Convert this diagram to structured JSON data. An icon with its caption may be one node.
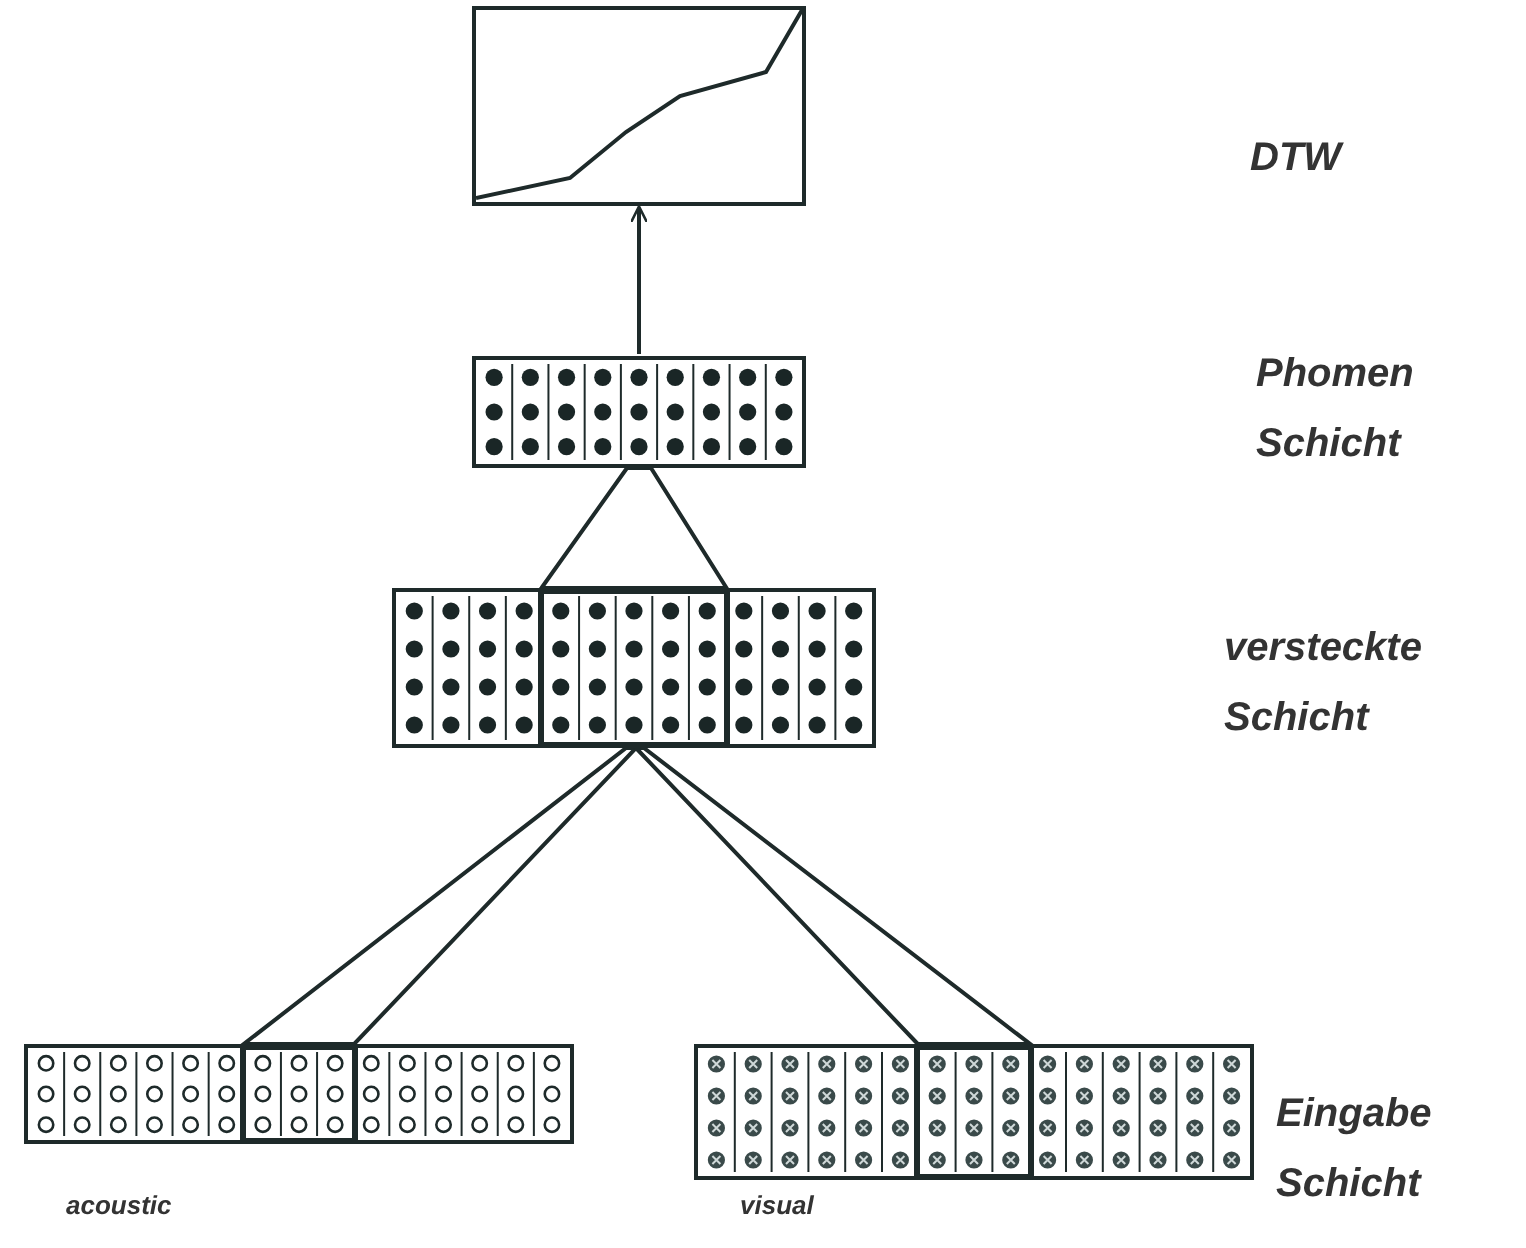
{
  "diagram": {
    "nodes": [
      {
        "text": [],
        "shape": "box"
      },
      {
        "text": [],
        "shape": "box"
      },
      {
        "text": [],
        "shape": "box"
      },
      {
        "text": [],
        "shape": "box",
        "in": 2
      },
      {
        "text": [],
        "shape": "box",
        "beside": [
          "acoustic"
        ]
      },
      {
        "text": [],
        "shape": "box",
        "in": 4
      },
      {
        "text": [],
        "shape": "box",
        "beside": [
          "visual"
        ]
      },
      {
        "text": [],
        "shape": "box",
        "in": 6
      }
    ],
    "edges": [
      {
        "from": 1,
        "to": 0,
        "arrow": "to"
      },
      {
        "from": 3,
        "to": 1,
        "arrow": "none"
      },
      {
        "from": 5,
        "to": 2,
        "arrow": "none"
      },
      {
        "from": 7,
        "to": 2,
        "arrow": "none"
      }
    ],
    "labels": [
      "DTW",
      "Phomen Schicht",
      "versteckte Schicht",
      "Eingabe Schicht"
    ]
  }
}
